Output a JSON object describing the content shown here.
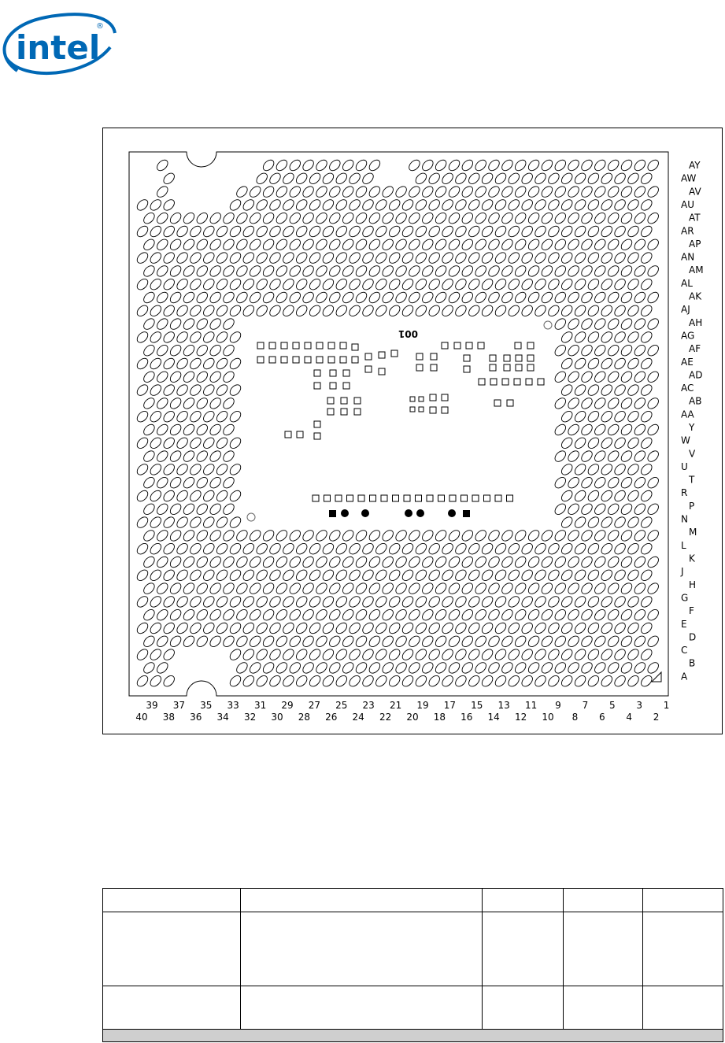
{
  "logo": {
    "text": "intel",
    "registered": "®",
    "color": "#0068b5"
  },
  "diagram": {
    "component_marking": "001",
    "row_labels": [
      "AY",
      "AW",
      "AV",
      "AU",
      "AT",
      "AR",
      "AP",
      "AN",
      "AM",
      "AL",
      "AK",
      "AJ",
      "AH",
      "AG",
      "AF",
      "AE",
      "AD",
      "AC",
      "AB",
      "AA",
      "Y",
      "W",
      "V",
      "U",
      "T",
      "R",
      "P",
      "N",
      "M",
      "L",
      "K",
      "J",
      "H",
      "G",
      "F",
      "E",
      "D",
      "C",
      "B",
      "A"
    ],
    "odd_column_labels": [
      "39",
      "37",
      "35",
      "33",
      "31",
      "29",
      "27",
      "25",
      "23",
      "21",
      "19",
      "17",
      "15",
      "13",
      "11",
      "9",
      "7",
      "5",
      "3",
      "1"
    ],
    "even_column_labels": [
      "40",
      "38",
      "36",
      "34",
      "32",
      "30",
      "28",
      "26",
      "24",
      "22",
      "20",
      "18",
      "16",
      "14",
      "12",
      "10",
      "8",
      "6",
      "4",
      "2"
    ]
  },
  "table": {
    "headers": [
      "",
      "",
      "",
      "",
      ""
    ],
    "rows": [
      [
        "",
        "",
        "",
        "",
        ""
      ],
      [
        "",
        "",
        "",
        "",
        ""
      ]
    ]
  }
}
